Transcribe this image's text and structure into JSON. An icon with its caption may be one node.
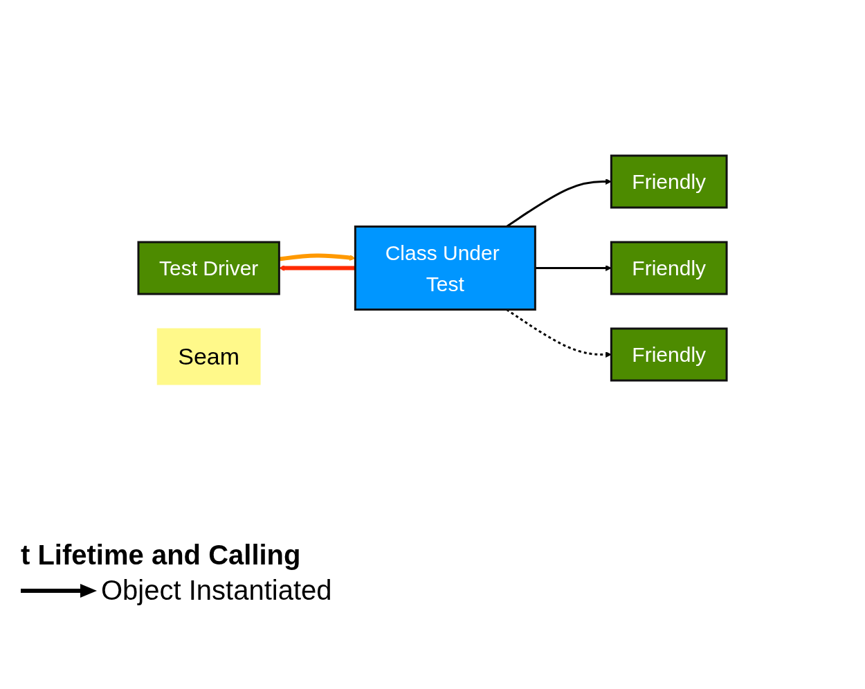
{
  "diagram": {
    "nodes": [
      {
        "text": [
          "Test Driver"
        ]
      },
      {
        "text": [
          "Class Under Test"
        ]
      },
      {
        "text": [
          "Seam"
        ]
      },
      {
        "text": [
          "Friendly"
        ]
      },
      {
        "text": [
          "Friendly"
        ]
      },
      {
        "text": [
          "Friendly"
        ]
      }
    ],
    "edges": [
      {
        "from": 0,
        "to": 1,
        "arrow": "to",
        "style": "thick",
        "color": "#ff9900"
      },
      {
        "from": 1,
        "to": 0,
        "arrow": "to",
        "style": "thick",
        "color": "#ff2a00"
      },
      {
        "from": 1,
        "to": 3,
        "arrow": "to"
      },
      {
        "from": 1,
        "to": 4,
        "arrow": "to"
      },
      {
        "from": 1,
        "to": 5,
        "arrow": "to",
        "style": "dashed"
      }
    ],
    "labels": [
      "t Lifetime and Calling"
    ],
    "legend": [
      {
        "text": "Object Instantiated"
      }
    ]
  }
}
